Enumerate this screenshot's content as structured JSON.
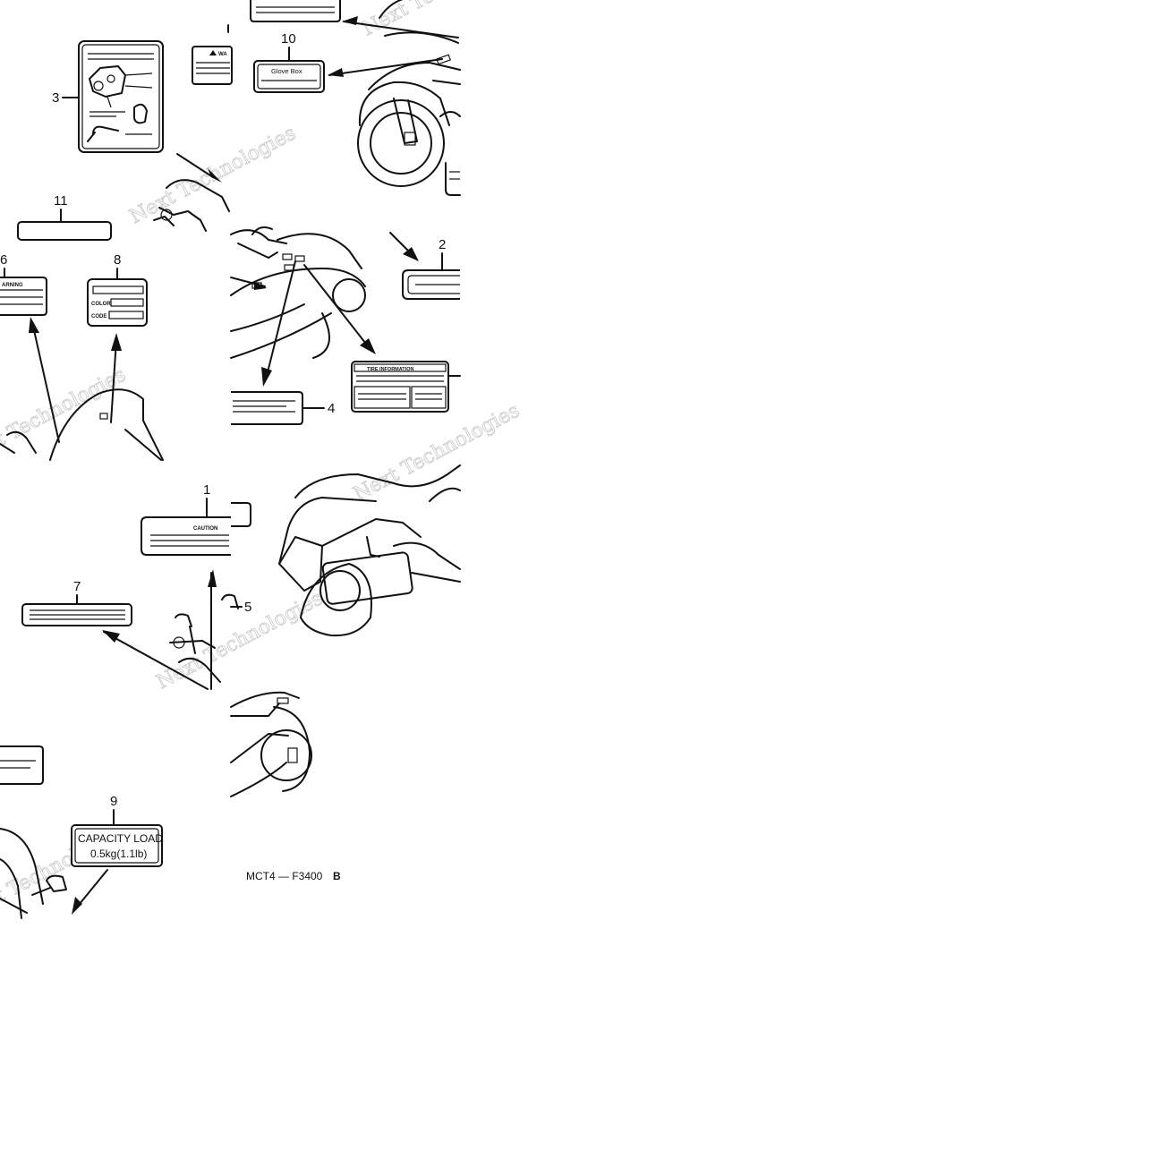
{
  "watermark_text": "Next Technologies",
  "callouts": {
    "c1": "1",
    "c2": "2",
    "c3": "3",
    "c4": "4",
    "c5": "5",
    "c6": "6",
    "c7": "7",
    "c8": "8",
    "c9": "9",
    "c10": "10",
    "c11": "11"
  },
  "labels": {
    "glove_box": "Glove Box",
    "warning_partial": "ARNING",
    "warning_small": "WA",
    "caution": "CAUTION",
    "color": "COLOR",
    "code": "CODE",
    "tire_information": "TIRE  INFORMATION",
    "capacity_load_line1": "CAPACITY  LOAD",
    "capacity_load_line2": "0.5kg(1.1lb)"
  },
  "figure_code": "MCT4 — F3400",
  "figure_suffix": "B"
}
